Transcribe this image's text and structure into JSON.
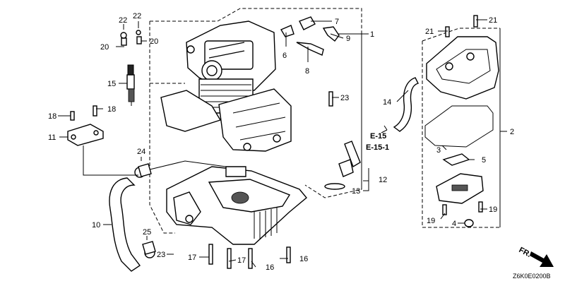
{
  "diagram": {
    "labels": {
      "p1": "1",
      "p2": "2",
      "p3": "3",
      "p4": "4",
      "p5": "5",
      "p6": "6",
      "p7": "7",
      "p8": "8",
      "p9": "9",
      "p10": "10",
      "p11": "11",
      "p12": "12",
      "p13": "13",
      "p14": "14",
      "p15": "15",
      "p16a": "16",
      "p16b": "16",
      "p17a": "17",
      "p17b": "17",
      "p18a": "18",
      "p18b": "18",
      "p19a": "19",
      "p19b": "19",
      "p20a": "20",
      "p20b": "20",
      "p21a": "21",
      "p21b": "21",
      "p22a": "22",
      "p22b": "22",
      "p23a": "23",
      "p23b": "23",
      "p24": "24",
      "p25": "25"
    },
    "refs": {
      "e15": "E-15",
      "e151": "E-15-1"
    },
    "direction": "FR.",
    "code": "Z6K0E0200B"
  }
}
